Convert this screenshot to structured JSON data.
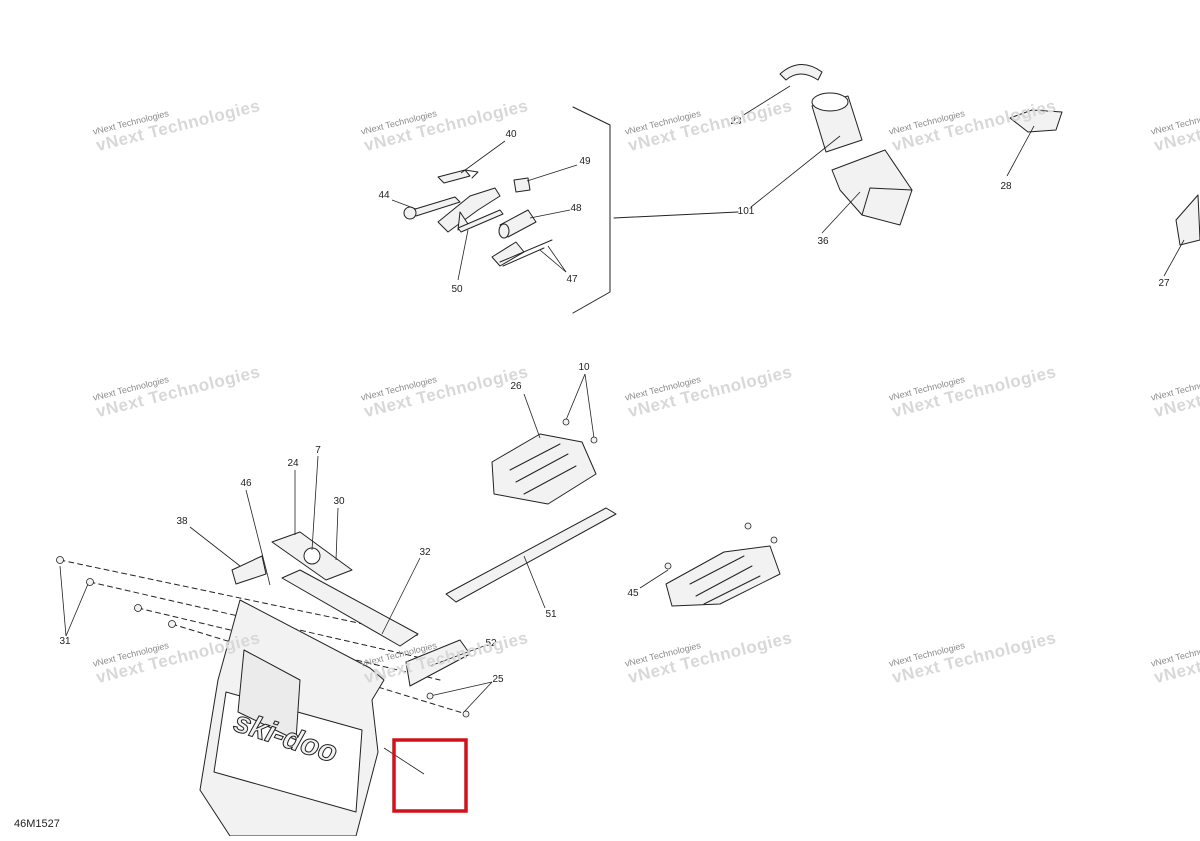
{
  "diagram": {
    "code": "46M1527",
    "highlight_color": "#d0121b",
    "line_color": "#222222",
    "part_fill": "#f2f2f2",
    "callouts": [
      "40",
      "49",
      "44",
      "48",
      "50",
      "47",
      "23",
      "101",
      "36",
      "28",
      "27",
      "26",
      "10",
      "45",
      "24",
      "7",
      "46",
      "30",
      "38",
      "32",
      "51",
      "31",
      "52",
      "25"
    ],
    "highlighted_callout": "25",
    "grille_label": "ski-doo",
    "watermark": {
      "line1": "vNext Technologies",
      "line2": "vNext Technologies"
    }
  }
}
